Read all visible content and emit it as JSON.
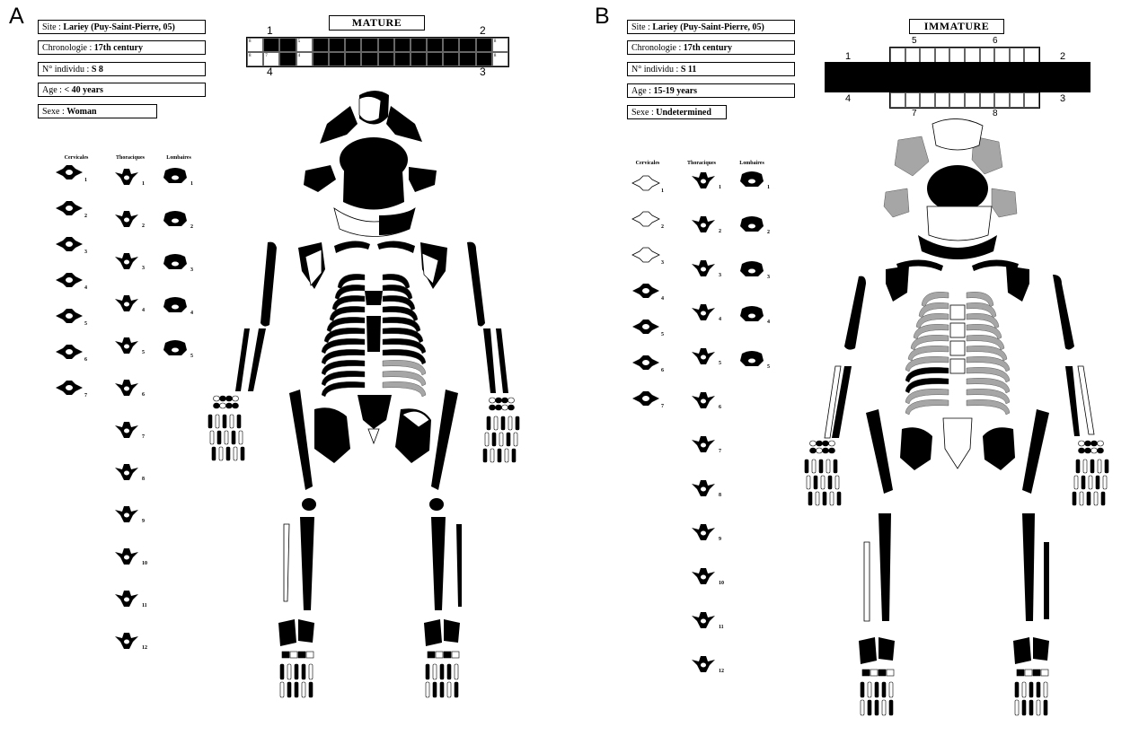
{
  "panels": [
    {
      "label": "A",
      "maturity": "MATURE",
      "info": [
        {
          "key": "Site :",
          "value": "Lariey (Puy-Saint-Pierre, 05)"
        },
        {
          "key": "Chronologie :",
          "value": "17th century"
        },
        {
          "key": "N° individu :",
          "value": "S 8"
        },
        {
          "key": "Age :",
          "value": "< 40 years"
        },
        {
          "key": "Sexe :",
          "value": "Woman"
        }
      ],
      "grid_corners": {
        "tl": "1",
        "tr": "2",
        "bl": "4",
        "br": "3"
      },
      "grid_cell_labels": {
        "top_left": "8",
        "top_mid": "5",
        "top_right": "8",
        "bot_left": "8",
        "bot_mid1": "7",
        "bot_mid2": "4",
        "bot_right": "8"
      },
      "vertebra_headers": {
        "cervical": "Cervicales",
        "thoracic": "Thoraciques",
        "lumbar": "Lombaires"
      },
      "cervical_numbers": [
        "1",
        "2",
        "3",
        "4",
        "5",
        "6",
        "7"
      ],
      "thoracic_numbers": [
        "1",
        "2",
        "3",
        "4",
        "5",
        "6",
        "7",
        "8",
        "9",
        "10",
        "11",
        "12"
      ],
      "lumbar_numbers": [
        "1",
        "2",
        "3",
        "4",
        "5"
      ]
    },
    {
      "label": "B",
      "maturity": "IMMATURE",
      "info": [
        {
          "key": "Site :",
          "value": "Lariey (Puy-Saint-Pierre, 05)"
        },
        {
          "key": "Chronologie :",
          "value": "17th century"
        },
        {
          "key": "N° individu :",
          "value": "S 11"
        },
        {
          "key": "Age :",
          "value": "15-19 years"
        },
        {
          "key": "Sexe :",
          "value": "Undetermined"
        }
      ],
      "grid_corners": {
        "tl": "1",
        "tr": "2",
        "bl": "4",
        "br": "3",
        "t1": "5",
        "t2": "6",
        "b1": "7",
        "b2": "8"
      },
      "vertebra_headers": {
        "cervical": "Cervicales",
        "thoracic": "Thoraciques",
        "lumbar": "Lombaires"
      },
      "cervical_numbers": [
        "1",
        "2",
        "3",
        "4",
        "5",
        "6",
        "7"
      ],
      "thoracic_numbers": [
        "1",
        "2",
        "3",
        "4",
        "5",
        "6",
        "7",
        "8",
        "9",
        "10",
        "11",
        "12"
      ],
      "lumbar_numbers": [
        "1",
        "2",
        "3",
        "4",
        "5"
      ]
    }
  ],
  "colors": {
    "present": "#000000",
    "absent": "#ffffff",
    "partial": "#a6a6a6"
  }
}
